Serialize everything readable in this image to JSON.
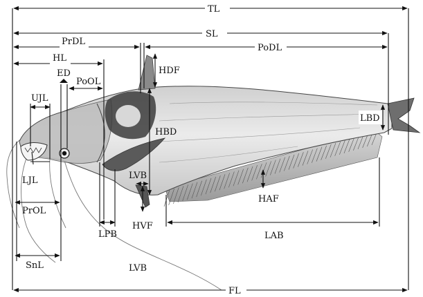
{
  "labels": {
    "tl": "TL",
    "sl": "SL",
    "prdl": "PrDL",
    "podl": "PoDL",
    "hl": "HL",
    "ed": "ED",
    "pool": "PoOL",
    "hdf": "HDF",
    "ujl": "UJL",
    "hbd": "HBD",
    "lbd": "LBD",
    "ljl": "LJL",
    "lvb_top": "LVB",
    "haf": "HAF",
    "prol": "PrOL",
    "lpb": "LPB",
    "hvf": "HVF",
    "lab": "LAB",
    "snl": "SnL",
    "lvb_bottom": "LVB",
    "fl": "FL"
  },
  "colors": {
    "line": "#111111",
    "fish_body": "#e4e4e4",
    "fish_dark": "#3a3a3a",
    "background": "#ffffff"
  }
}
